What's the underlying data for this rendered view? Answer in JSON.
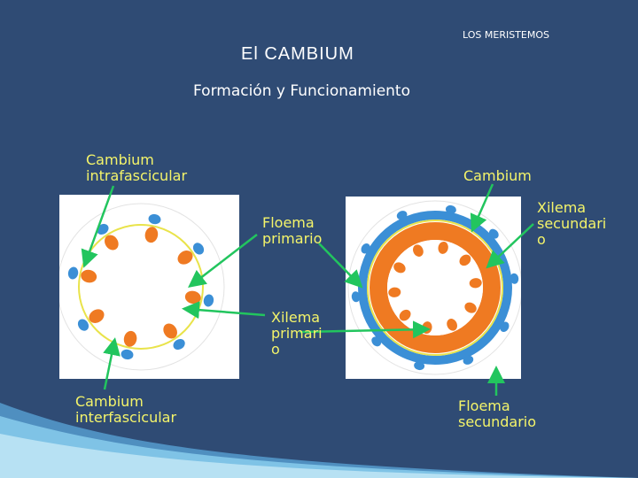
{
  "header": {
    "section_label": "LOS MERISTEMOS",
    "title": "El  CAMBIUM",
    "subtitle": "Formación y Funcionamiento"
  },
  "labels": {
    "cambium_intrafascicular": "Cambium\nintrafascicular",
    "cambium": "Cambium",
    "floema_primario": "Floema\nprimario",
    "xilema_secundario": "Xilema\nsecundari\no",
    "xilema_primario": "Xilema\nprimari\no",
    "cambium_interfascicular": "Cambium\ninterfascicular",
    "floema_secundario": "Floema\nsecundario"
  },
  "colors": {
    "background": "#2f4b74",
    "label_text": "#f4f46a",
    "arrow": "#22c55e",
    "xylem": "#ef7a22",
    "phloem": "#3b8fd6",
    "cambium_ring": "#e9e34a"
  }
}
